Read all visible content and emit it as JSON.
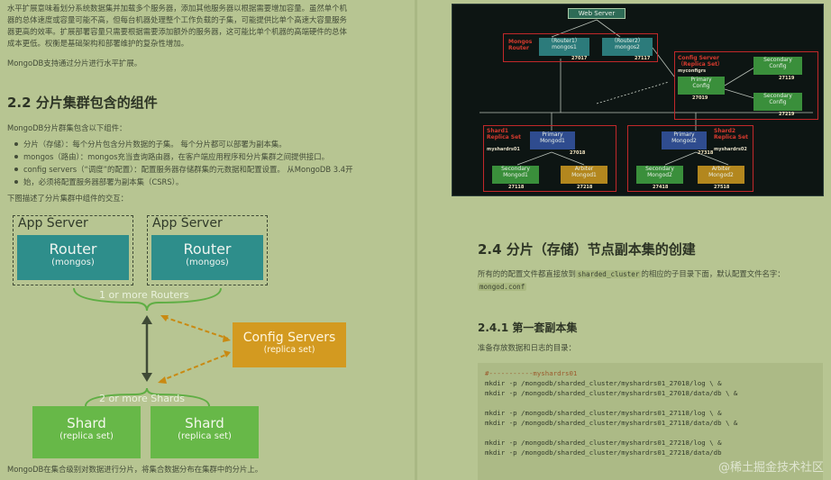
{
  "left": {
    "intro_lines": [
      "水平扩展意味着划分系统数据集并加载多个服务器，添加其他服务器以根据需要增加容量。虽然单个机",
      "器的总体速度或容量可能不高，但每台机器处理整个工作负载的子集，可能提供比单个高速大容量服务",
      "器更高的效率。扩展部署容量只需要根据需要添加额外的服务器，这可能比单个机器的高端硬件的总体",
      "成本更低。权衡是基础架构和部署维护的复杂性增加。"
    ],
    "mongodb_support": "MongoDB支持通过分片进行水平扩展。",
    "heading_22": "2.2 分片集群包含的组件",
    "components_intro": "MongoDB分片群集包含以下组件：",
    "bullets": [
      "分片（存储）：每个分片包含分片数据的子集。 每个分片都可以部署为副本集。",
      "mongos（路由）：mongos充当查询路由器，在客户端应用程序和分片集群之间提供接口。",
      "config servers（“调度”的配置）：配置服务器存储群集的元数据和配置设置。 从MongoDB 3.4开",
      "始，必须将配置服务器部署为副本集（CSRS）。"
    ],
    "diagram_intro": "下图描述了分片集群中组件的交互：",
    "diagram": {
      "app_server_1": "App Server",
      "app_server_2": "App Server",
      "router_1": "Router",
      "router_1_sub": "(mongos)",
      "router_2": "Router",
      "router_2_sub": "(mongos)",
      "routers_caption": "1 or more Routers",
      "config_title": "Config Servers",
      "config_sub": "(replica set)",
      "shards_caption": "2 or more Shards",
      "shard_1": "Shard",
      "shard_1_sub": "(replica set)",
      "shard_2": "Shard",
      "shard_2_sub": "(replica set)"
    },
    "footer": "MongoDB在集合级别对数据进行分片，将集合数据分布在集群中的分片上。"
  },
  "right": {
    "net": {
      "web_server": "Web Server",
      "mongos_router": [
        "Mongos",
        "Router"
      ],
      "router1": [
        "（Router1）",
        "mongos1"
      ],
      "router1_port": "27017",
      "router2": [
        "（Router2）",
        "mongos2"
      ],
      "router2_port": "27117",
      "config_server": [
        "Config Server",
        "（Replica Set）"
      ],
      "config_rs_name": "myconfigrs",
      "primary_config": [
        "Primary",
        "Config"
      ],
      "primary_config_port": "27019",
      "secondary_config_1": [
        "Secondary",
        "Config"
      ],
      "secondary_config_1_port": "27119",
      "secondary_config_2": [
        "Secondary",
        "Config"
      ],
      "secondary_config_2_port": "27219",
      "shard1": [
        "Shard1",
        "Replica Set"
      ],
      "shard1_rs": "myshardrs01",
      "shard1_primary": [
        "Primary",
        "Mongod1"
      ],
      "shard1_primary_port": "27018",
      "shard1_secondary": [
        "Secondary",
        "Mongod1"
      ],
      "shard1_secondary_port": "27118",
      "shard1_arbiter": [
        "Arbiter",
        "Mongod1"
      ],
      "shard1_arbiter_port": "27218",
      "shard2": [
        "Shard2",
        "Replica Set"
      ],
      "shard2_rs": "myshardrs02",
      "shard2_primary": [
        "Primary",
        "Mongod2"
      ],
      "shard2_primary_port": "27318",
      "shard2_secondary": [
        "Secondary",
        "Mongod2"
      ],
      "shard2_secondary_port": "27418",
      "shard2_arbiter": [
        "Arbiter",
        "Mongod2"
      ],
      "shard2_arbiter_port": "27518"
    },
    "heading_24": "2.4 分片（存储）节点副本集的创建",
    "config_note_prefix": "所有的的配置文件都直接放到",
    "config_note_code": "sharded_cluster",
    "config_note_suffix": "的相应的子目录下面，默认配置文件名字：",
    "config_file": "mongod.conf",
    "heading_241": "2.4.1 第一套副本集",
    "prep_dirs": "准备存放数据和日志的目录：",
    "code_lines": [
      "#-----------myshardrs01",
      "mkdir -p /mongodb/sharded_cluster/myshardrs01_27018/log \\ &",
      "mkdir -p /mongodb/sharded_cluster/myshardrs01_27018/data/db \\ &",
      "",
      "mkdir -p /mongodb/sharded_cluster/myshardrs01_27118/log \\ &",
      "mkdir -p /mongodb/sharded_cluster/myshardrs01_27118/data/db \\ &",
      "",
      "mkdir -p /mongodb/sharded_cluster/myshardrs01_27218/log \\ &",
      "mkdir -p /mongodb/sharded_cluster/myshardrs01_27218/data/db"
    ]
  },
  "watermark": "@稀土掘金技术社区",
  "colors": {
    "page_bg": "#b7c592",
    "router_teal": "#2e8e8b",
    "config_gold": "#d39a20",
    "shard_green": "#67b848",
    "diagram_dark": "#0d1513"
  }
}
